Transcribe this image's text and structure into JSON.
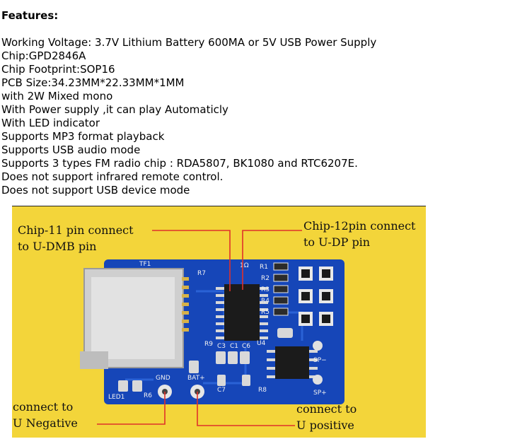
{
  "heading": "Features:",
  "features": [
    "Working Voltage: 3.7V Lithium Battery 600MA or 5V USB Power Supply",
    "Chip:GPD2846A",
    "Chip Footprint:SOP16",
    "PCB Size:34.23MM*22.33MM*1MM",
    "with 2W Mixed mono",
    "With Power supply ,it can play Automaticly",
    "With LED indicator",
    "Supports MP3 format playback",
    "Supports USB audio mode",
    "Supports 3 types FM radio chip : RDA5807, BK1080 and RTC6207E.",
    "Does not support infrared remote control.",
    "Does not support USB device mode"
  ],
  "photo": {
    "annotations": {
      "chip11_line1": "Chip-11 pin connect",
      "chip11_line2": "to U-DMB pin",
      "chip12_line1": "Chip-12pin connect",
      "chip12_line2": "to U-DP pin",
      "neg_line1": "connect to",
      "neg_line2": "U Negative",
      "pos_line1": "connect to",
      "pos_line2": "U positive"
    },
    "silkscreen": {
      "tf1": "TF1",
      "r7": "R7",
      "r1_top": "1Ω",
      "r1": "R1",
      "r2": "R2",
      "r3": "R3",
      "r4": "R4",
      "r5": "R5",
      "c3": "C3",
      "c1": "C1",
      "c6": "C6",
      "u4": "U4",
      "r9": "R9",
      "gnd": "GND",
      "bat": "BAT+",
      "c7": "C7",
      "r8": "R8",
      "r6": "R6",
      "led1": "LED1",
      "sp_minus": "SP−",
      "sp_plus": "SP+"
    },
    "colors": {
      "background": "#f3d53a",
      "pcb": "#1646b8",
      "annotation_line": "#e0312a"
    }
  }
}
